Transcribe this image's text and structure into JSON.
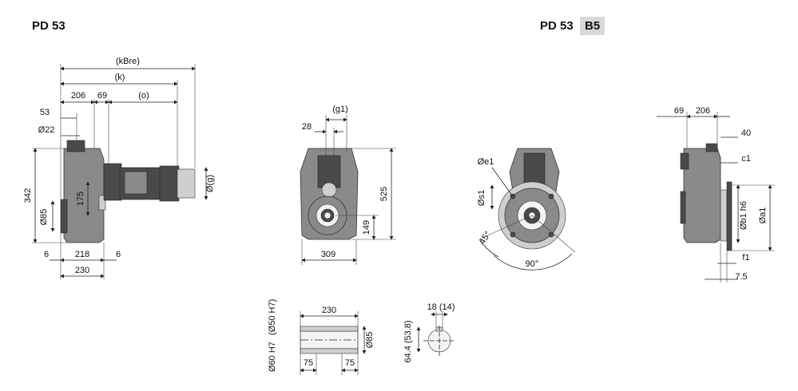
{
  "header": {
    "left_title": "PD 53",
    "right_title": "PD 53",
    "right_badge": "B5"
  },
  "side_view": {
    "kBre": "(kBre)",
    "k": "(k)",
    "o": "(o)",
    "d206": "206",
    "d69": "69",
    "d53": "53",
    "d22": "Ø22",
    "d342": "342",
    "d175": "175",
    "d85": "Ø85",
    "dg": "Ø(g)",
    "d6a": "6",
    "d218": "218",
    "d6b": "6",
    "d230": "230"
  },
  "front_view": {
    "g1": "(g1)",
    "d28": "28",
    "d525": "525",
    "d149": "149",
    "d309": "309"
  },
  "flange_view": {
    "e1": "Øe1",
    "s1": "Øs1",
    "a45": "45°",
    "a90": "90°"
  },
  "b5_side_view": {
    "d69": "69",
    "d206": "206",
    "d40": "40",
    "c1": "c1",
    "b1": "Øb1 h6",
    "a1": "Øa1",
    "f1": "f1",
    "d75": "7.5"
  },
  "shaft_view": {
    "d230": "230",
    "d60": "Ø60 H7",
    "d50": "(Ø50 H7)",
    "d85": "Ø85",
    "d75a": "75",
    "d75b": "75"
  },
  "key_view": {
    "d18": "18 (14)",
    "d644": "64.4 (53.8)"
  }
}
